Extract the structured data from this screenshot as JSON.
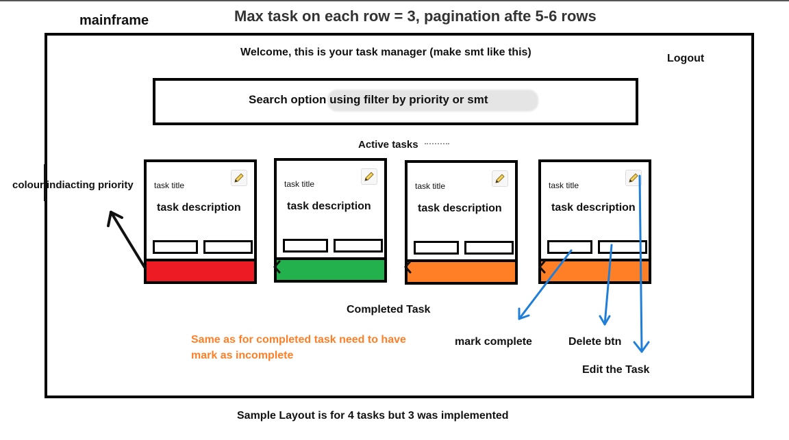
{
  "heading": "Max task on each row = 3, pagination afte 5-6 rows",
  "mainframe_label": "mainframe",
  "welcome": "Welcome, this is your task manager (make smt like this)",
  "logout": "Logout",
  "search_text": "Search option using filter by priority or smt",
  "active_tasks_label": "Active tasks",
  "priority_label": "colour indiacting priority",
  "cards": [
    {
      "title": "task title",
      "description": "task description",
      "priority_color": "#ed1c24"
    },
    {
      "title": "task title",
      "description": "task description",
      "priority_color": "#22b14c"
    },
    {
      "title": "task title",
      "description": "task description",
      "priority_color": "#ff7f27"
    },
    {
      "title": "task title",
      "description": "task description",
      "priority_color": "#ff7f27"
    }
  ],
  "completed_label": "Completed Task",
  "completed_note": "Same as for completed task need to have mark as incomplete",
  "note_color": "#ff7f27",
  "mark_complete_label": "mark complete",
  "delete_label": "Delete btn",
  "edit_label": "Edit the Task",
  "footer": "Sample Layout is for 4 tasks but 3 was implemented",
  "arrow_color": "#1f7fd8",
  "icons": {
    "edit": "pencil-icon"
  }
}
